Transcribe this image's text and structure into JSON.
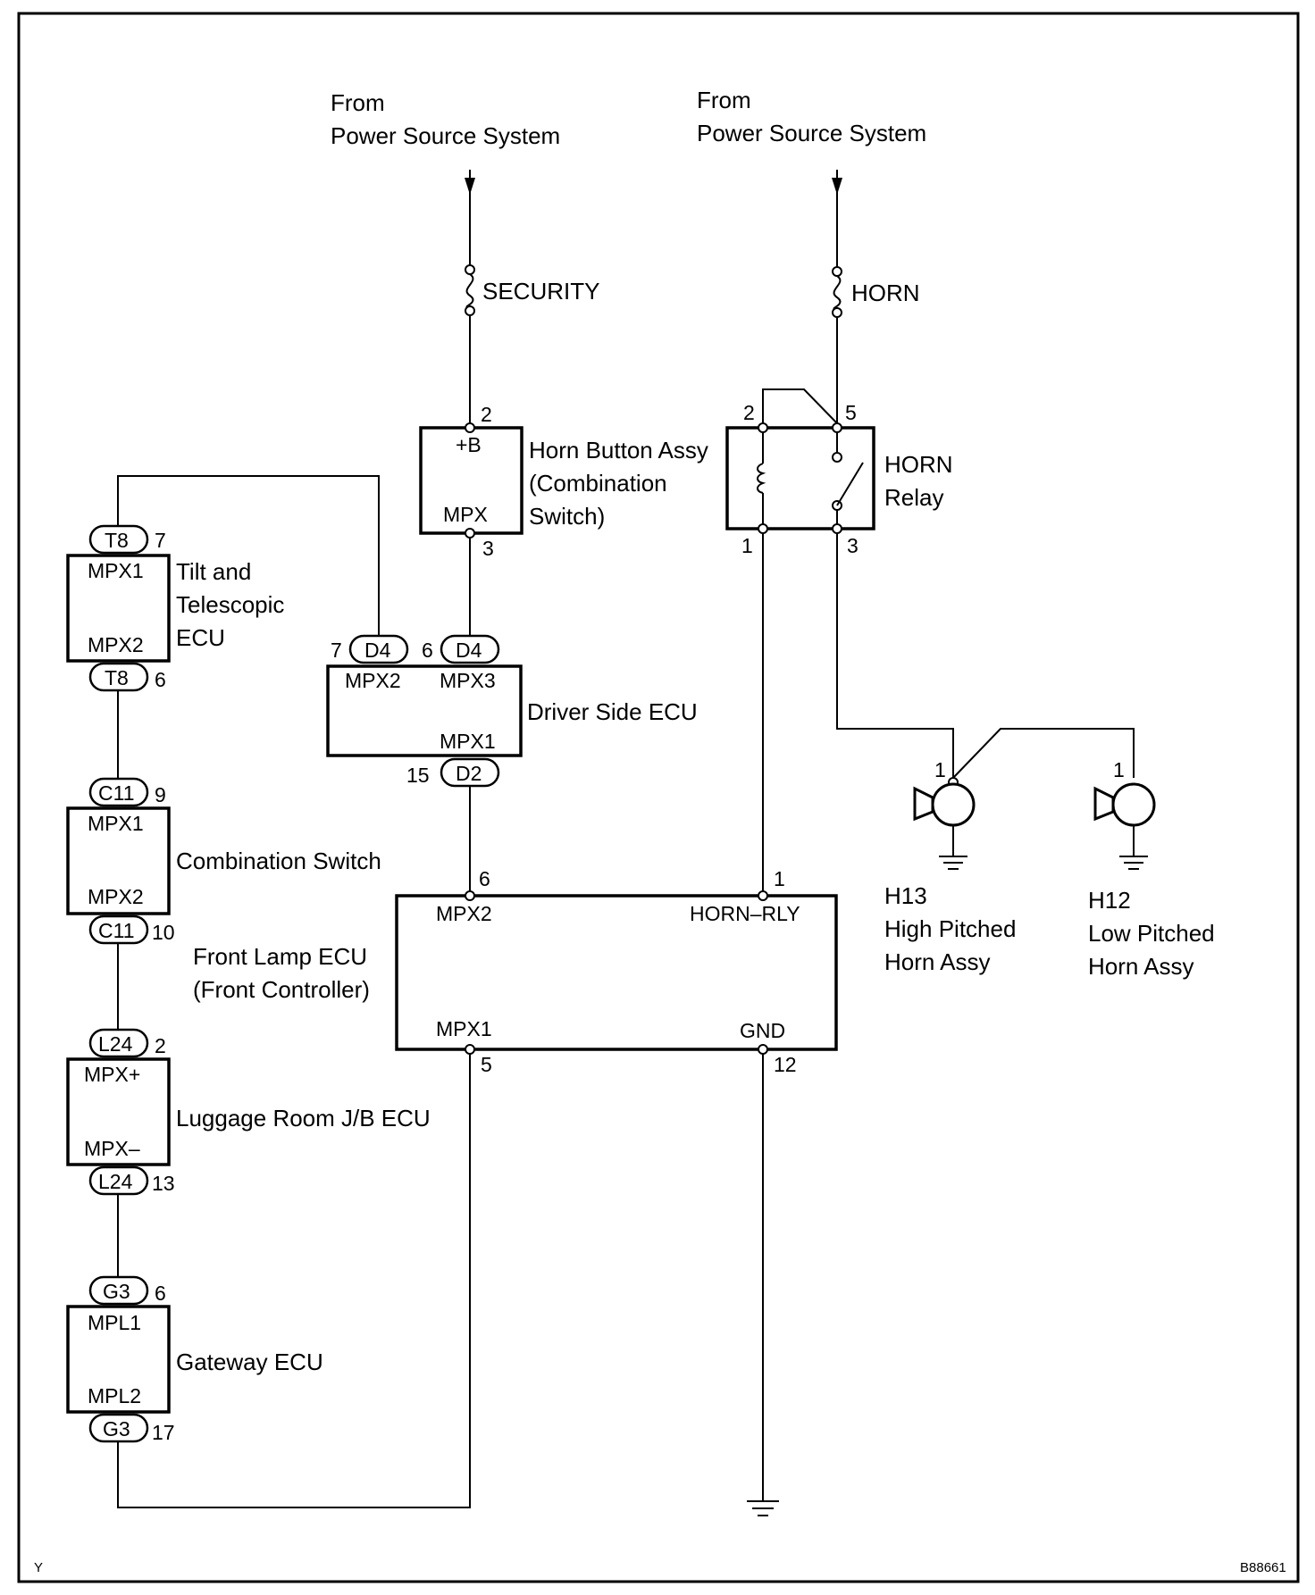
{
  "sources": {
    "left": {
      "line1": "From",
      "line2": "Power Source System"
    },
    "right": {
      "line1": "From",
      "line2": "Power Source System"
    }
  },
  "fuses": {
    "security": "SECURITY",
    "horn": "HORN"
  },
  "horn_button": {
    "pin_top": "2",
    "pin_bottom": "3",
    "term_top": "+B",
    "term_bottom": "MPX",
    "name1": "Horn Button Assy",
    "name2": "(Combination",
    "name3": "Switch)"
  },
  "horn_relay": {
    "pin_tl": "2",
    "pin_tr": "5",
    "pin_bl": "1",
    "pin_br": "3",
    "name1": "HORN",
    "name2": "Relay"
  },
  "tilt_ecu": {
    "conn_top": "T8",
    "pin_top": "7",
    "conn_bottom": "T8",
    "pin_bottom": "6",
    "term_top": "MPX1",
    "term_bottom": "MPX2",
    "name1": "Tilt and",
    "name2": "Telescopic",
    "name3": "ECU"
  },
  "driver_ecu": {
    "conn_a": "D4",
    "pin_a": "7",
    "conn_b": "D4",
    "pin_b": "6",
    "conn_c": "D2",
    "pin_c": "15",
    "term_a": "MPX2",
    "term_b": "MPX3",
    "term_c": "MPX1",
    "name": "Driver Side ECU"
  },
  "combination_switch": {
    "conn_top": "C11",
    "pin_top": "9",
    "conn_bottom": "C11",
    "pin_bottom": "10",
    "term_top": "MPX1",
    "term_bottom": "MPX2",
    "name": "Combination Switch"
  },
  "front_lamp_ecu": {
    "pin_mpx2": "6",
    "pin_horn": "1",
    "pin_mpx1": "5",
    "pin_gnd": "12",
    "term_mpx2": "MPX2",
    "term_horn": "HORN–RLY",
    "term_mpx1": "MPX1",
    "term_gnd": "GND",
    "name1": "Front Lamp ECU",
    "name2": "(Front Controller)"
  },
  "luggage_ecu": {
    "conn_top": "L24",
    "pin_top": "2",
    "conn_bottom": "L24",
    "pin_bottom": "13",
    "term_top": "MPX+",
    "term_bottom": "MPX–",
    "name": "Luggage Room J/B ECU"
  },
  "gateway_ecu": {
    "conn_top": "G3",
    "pin_top": "6",
    "conn_bottom": "G3",
    "pin_bottom": "17",
    "term_top": "MPL1",
    "term_bottom": "MPL2",
    "name": "Gateway ECU"
  },
  "horn_high": {
    "pin": "1",
    "code": "H13",
    "name1": "High Pitched",
    "name2": "Horn Assy"
  },
  "horn_low": {
    "pin": "1",
    "code": "H12",
    "name1": "Low Pitched",
    "name2": "Horn Assy"
  },
  "footer": {
    "left": "Y",
    "right": "B88661"
  }
}
